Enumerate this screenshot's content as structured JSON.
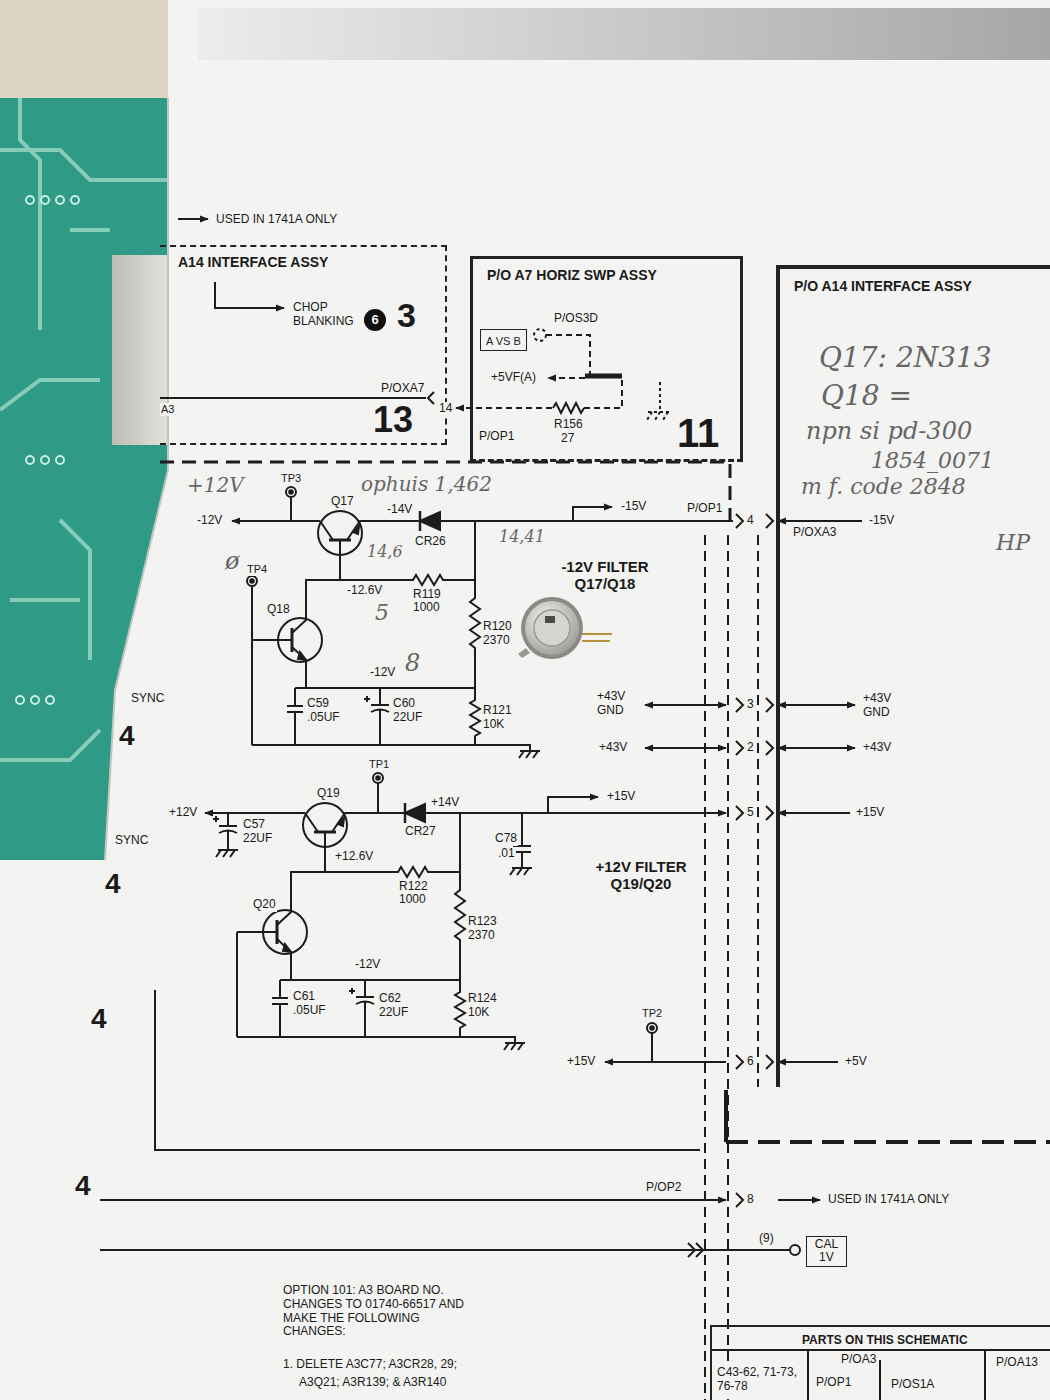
{
  "diagram": {
    "nodes": [
      {
        "text": [
          "A14 INTERFACE ASSY"
        ]
      },
      {
        "text": [
          "P/O A7 HORIZ SWP ASSY"
        ]
      },
      {
        "text": [
          "A VS B"
        ],
        "in": 1
      },
      {
        "text": [
          "P/O A14 INTERFACE ASSY"
        ]
      },
      {
        "text": [
          "CAL 1V"
        ]
      },
      {
        "text": [
          "PARTS ON THIS SCHEMATIC"
        ]
      }
    ],
    "labels": [
      "USED IN 1741A ONLY",
      "CHOP BLANKING",
      "6",
      "3",
      "P/OXA7",
      "14",
      "A3",
      "13",
      "P/OS3D",
      "+5VF(A)",
      "R156",
      "27",
      "P/OP1",
      "11",
      "Q17: 2N313",
      "Q18 =",
      "npn si pd-300",
      "1854_0071",
      "m f. code 2848",
      "HP",
      "+12V",
      "ophuis 1,462",
      "TP3",
      "-12V",
      "Q17",
      "-14V",
      "-15V",
      "P/OP1",
      "4",
      "P/OXA3",
      "-15V",
      "CR26",
      "14,6",
      "14,41",
      "TP4",
      "ø",
      "-12.6V",
      "R119",
      "1000",
      "5",
      "Q18",
      "R120",
      "2370",
      "-12V",
      "8",
      "SYNC",
      "4",
      "+43V GND",
      "3",
      "+43V GND",
      "C59",
      ".05UF",
      "C60",
      "22UF",
      "R121",
      "10K",
      "+43V",
      "2",
      "+43V",
      "TP1",
      "+12V",
      "Q19",
      "+14V",
      "+15V",
      "SYNC",
      "C57",
      "22UF",
      "CR27",
      "C78",
      ".01",
      "5",
      "+15V",
      "4",
      "+12.6V",
      "R122",
      "1000",
      "+12V FILTER Q19/Q20",
      "Q20",
      "R123",
      "2370",
      "-12V",
      "C61",
      ".05UF",
      "C62",
      "22UF",
      "R124",
      "10K",
      "TP2",
      "4",
      "+15V",
      "6",
      "+5V",
      "4",
      "P/OP2",
      "8",
      "USED IN 1741A ONLY",
      "(9)",
      "OPTION 101: A3 BOARD NO. CHANGES TO 01740-66517 AND MAKE THE FOLLOWING CHANGES:",
      "1. DELETE A3C77; A3CR28, 29;",
      "A3Q21; A3R139; & A3R140",
      "P/OA3",
      "P/OA13",
      "C43-62, 71-73, 76-78",
      "P/OP1",
      "P/OS1A",
      "-12V FILTER Q17/Q18"
    ]
  }
}
